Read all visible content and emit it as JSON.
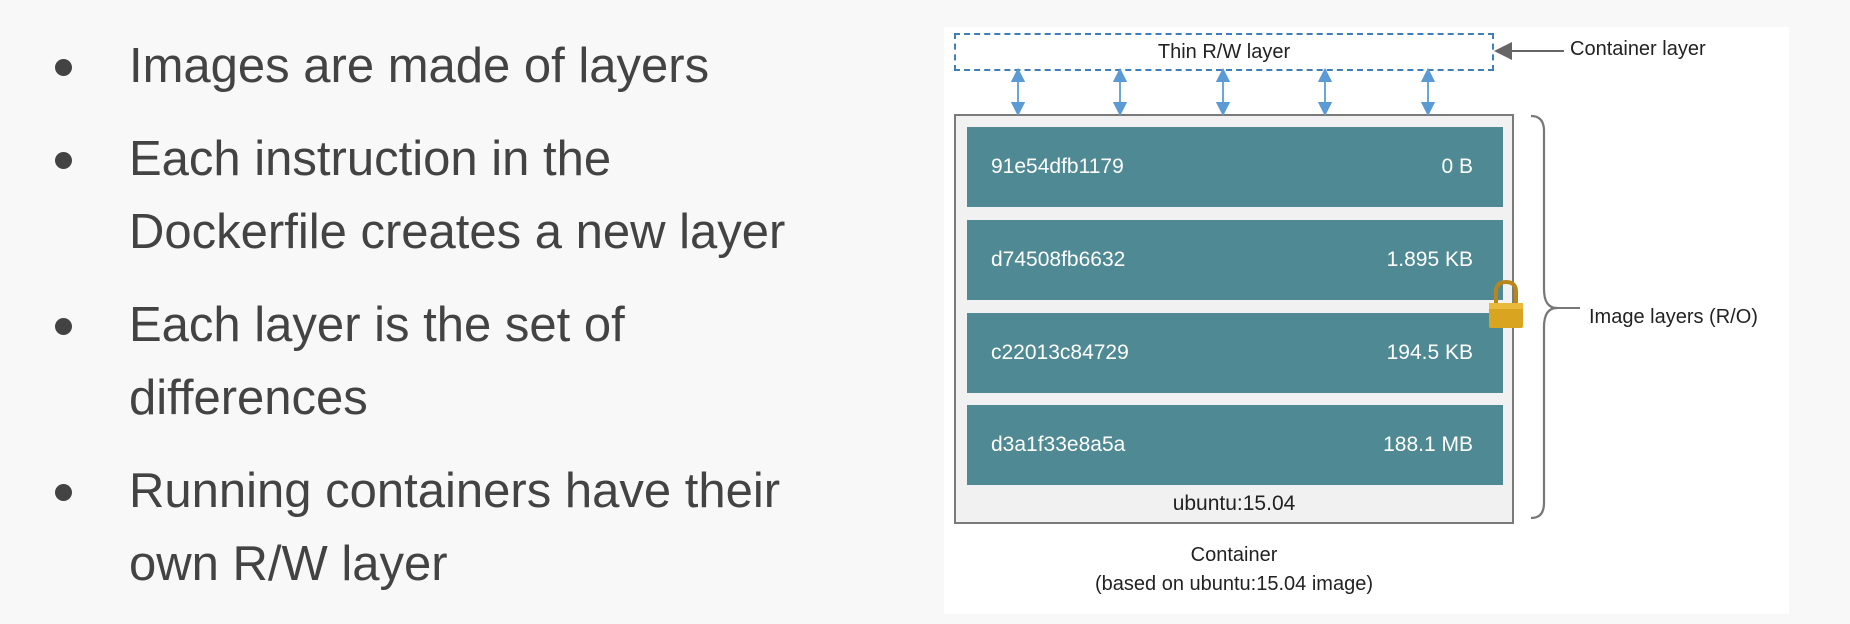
{
  "bullets": [
    {
      "text": "Images are made of layers"
    },
    {
      "text": "Each instruction in the Dockerfile creates a new layer"
    },
    {
      "text": "Each layer is the set of differences"
    },
    {
      "text": "Running containers have their own R/W layer"
    }
  ],
  "diagram": {
    "thin_layer_label": "Thin R/W layer",
    "container_layer_label": "Container layer",
    "layers": [
      {
        "id": "91e54dfb1179",
        "size": "0 B"
      },
      {
        "id": "d74508fb6632",
        "size": "1.895 KB"
      },
      {
        "id": "c22013c84729",
        "size": "194.5 KB"
      },
      {
        "id": "d3a1f33e8a5a",
        "size": "188.1 MB"
      }
    ],
    "base_image_label": "ubuntu:15.04",
    "image_layers_label": "Image layers (R/O)",
    "caption_line1": "Container",
    "caption_line2": "(based on ubuntu:15.04 image)",
    "icons": [
      "lock-icon",
      "double-arrow-icon",
      "arrow-left-icon",
      "curly-brace-icon"
    ],
    "colors": {
      "layer_fill": "#4f8a94",
      "dashed_border": "#3f7eb8",
      "arrow": "#5b9bd5",
      "lock": "#d9a521"
    }
  }
}
